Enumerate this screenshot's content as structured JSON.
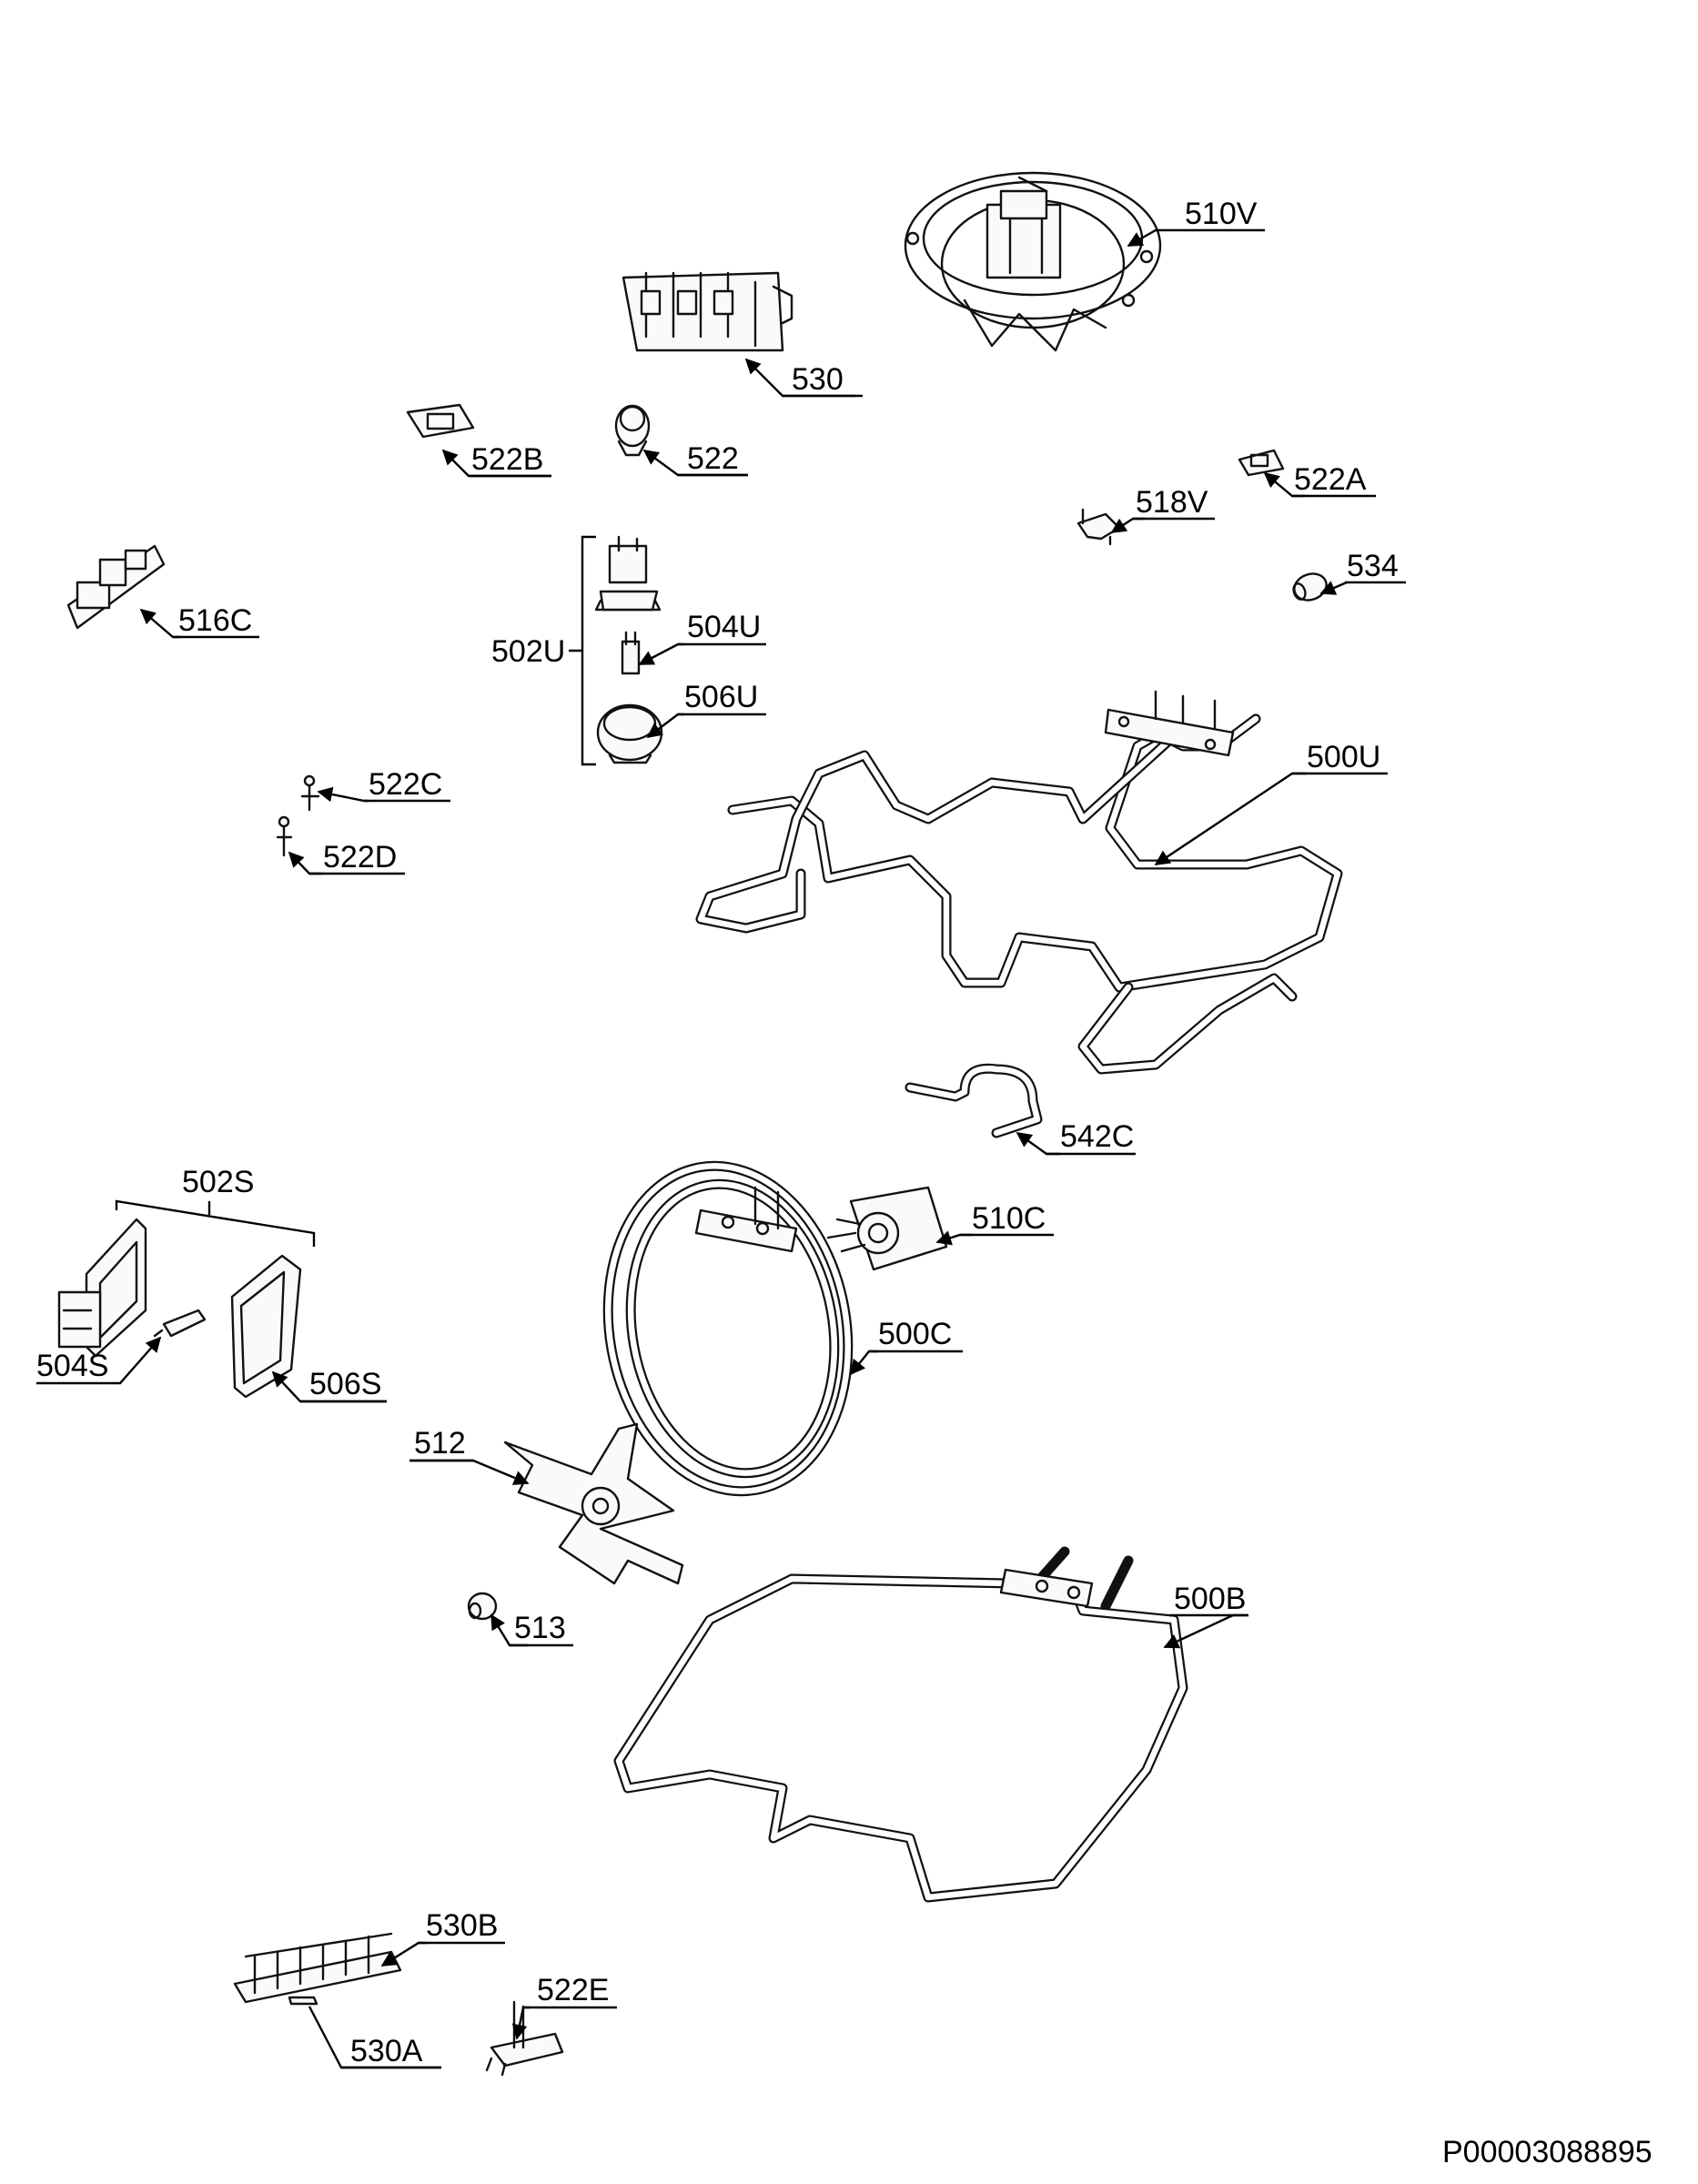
{
  "labels": {
    "p510V": "510V",
    "p530": "530",
    "p522B": "522B",
    "p522": "522",
    "p522A": "522A",
    "p518V": "518V",
    "p534": "534",
    "p516C": "516C",
    "p502U": "502U",
    "p504U": "504U",
    "p506U": "506U",
    "p500U": "500U",
    "p522C": "522C",
    "p522D": "522D",
    "p542C": "542C",
    "p502S": "502S",
    "p510C": "510C",
    "p500C": "500C",
    "p504S": "504S",
    "p506S": "506S",
    "p512": "512",
    "p513": "513",
    "p500B": "500B",
    "p530B": "530B",
    "p522E": "522E",
    "p530A": "530A"
  },
  "document_code": "P00003088895"
}
